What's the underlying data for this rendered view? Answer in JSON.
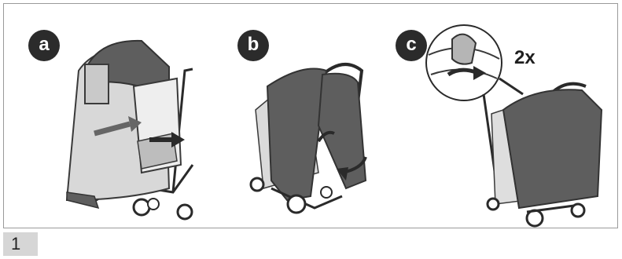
{
  "steps": [
    {
      "badge": "a"
    },
    {
      "badge": "b"
    },
    {
      "badge": "c",
      "multiplier": "2x"
    }
  ],
  "page_number": "1",
  "colors": {
    "cover": "#5e5e5e",
    "cover_dark": "#3f3f3f",
    "mesh": "#d9d9d9",
    "frame_line": "#2a2a2a",
    "badge": "#2b2b2b"
  }
}
